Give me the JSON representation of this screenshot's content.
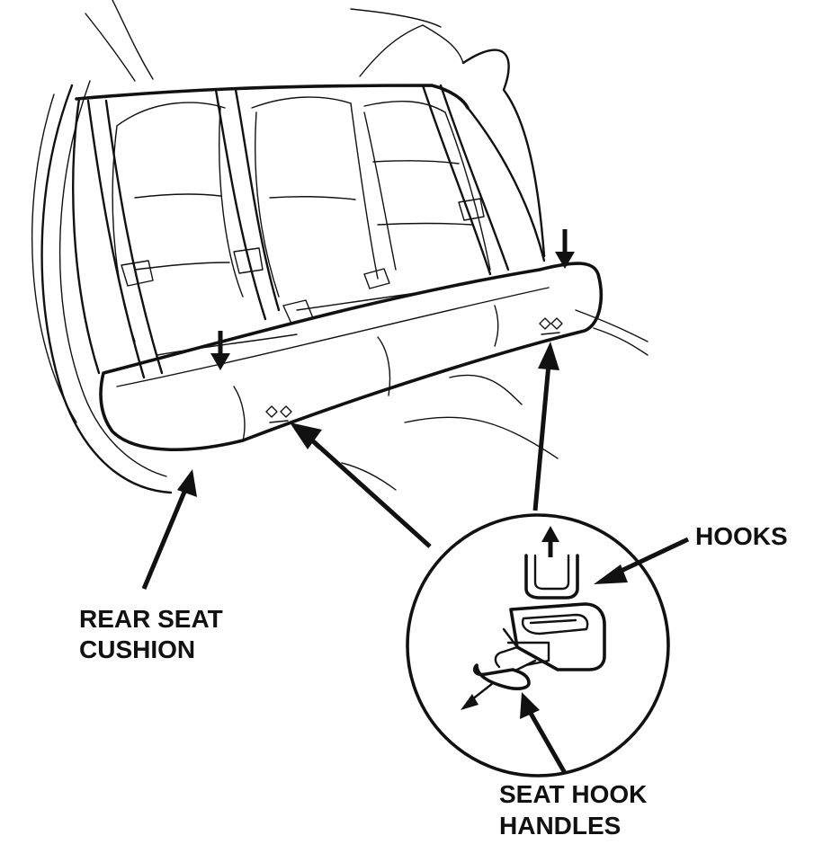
{
  "labels": {
    "hooks": "HOOKS",
    "rear_seat_cushion": [
      "REAR SEAT",
      "CUSHION"
    ],
    "seat_hook_handles": [
      "SEAT HOOK",
      "HANDLES"
    ]
  }
}
